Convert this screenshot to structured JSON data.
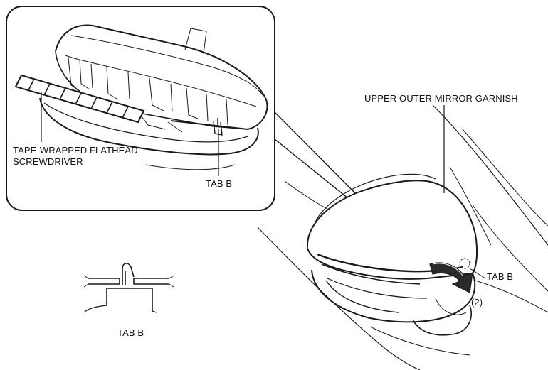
{
  "labels": {
    "upper_outer_mirror_garnish": "UPPER OUTER MIRROR GARNISH",
    "tape_wrapped_screwdriver_line1": "TAPE-WRAPPED FLATHEAD",
    "tape_wrapped_screwdriver_line2": "SCREWDRIVER",
    "tab_b_inset": "TAB B",
    "tab_b_main": "TAB B",
    "step_number": "(2)",
    "tab_b_detail": "TAB B"
  },
  "colors": {
    "line": "#1a1a1a",
    "arrow_fill": "#2b2b2b",
    "background": "#ffffff"
  },
  "icons": {
    "removal_arrow": "curved-arrow-icon",
    "tab_marker": "dashed-circle-icon"
  }
}
